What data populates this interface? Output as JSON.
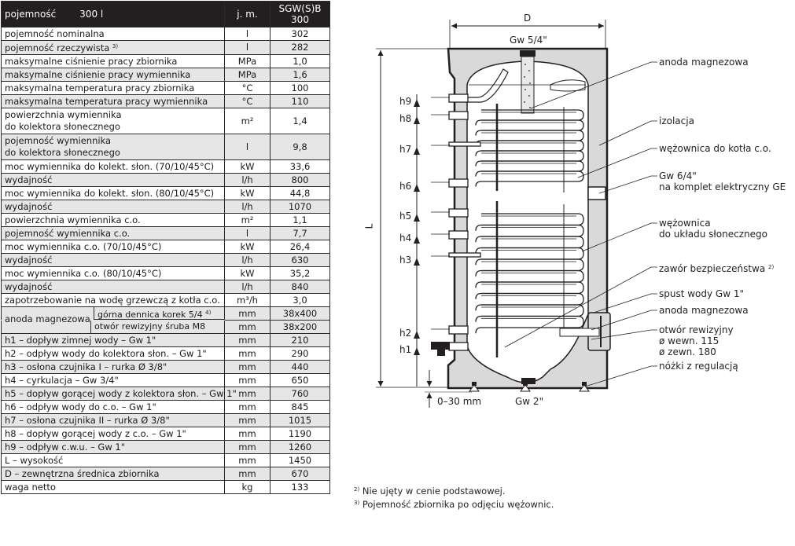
{
  "table": {
    "header": {
      "label": "pojemność",
      "capacity": "300 l",
      "unit": "j. m.",
      "model_line1": "SGW(S)B",
      "model_line2": "300"
    },
    "rows": [
      {
        "label": "pojemność nominalna",
        "unit": "l",
        "value": "302"
      },
      {
        "label": "pojemność rzeczywista",
        "sup": "3)",
        "unit": "l",
        "value": "282"
      },
      {
        "label": "maksymalne ciśnienie pracy zbiornika",
        "unit": "MPa",
        "value": "1,0"
      },
      {
        "label": "maksymalne ciśnienie pracy wymiennika",
        "unit": "MPa",
        "value": "1,6"
      },
      {
        "label": "maksymalna temperatura pracy zbiornika",
        "unit": "°C",
        "value": "100"
      },
      {
        "label": "maksymalna temperatura pracy wymiennika",
        "unit": "°C",
        "value": "110"
      },
      {
        "label": "powierzchnia wymiennika",
        "label2": "do kolektora słonecznego",
        "unit": "m²",
        "value": "1,4"
      },
      {
        "label": "pojemność wymiennika",
        "label2": "do kolektora słonecznego",
        "unit": "l",
        "value": "9,8"
      },
      {
        "label": "moc wymiennika do kolekt. słon. (70/10/45°C)",
        "unit": "kW",
        "value": "33,6"
      },
      {
        "label": "wydajność",
        "unit": "l/h",
        "value": "800"
      },
      {
        "label": "moc wymiennika do kolekt. słon. (80/10/45°C)",
        "unit": "kW",
        "value": "44,8"
      },
      {
        "label": "wydajność",
        "unit": "l/h",
        "value": "1070"
      },
      {
        "label": "powierzchnia wymiennika c.o.",
        "unit": "m²",
        "value": "1,1"
      },
      {
        "label": "pojemność wymiennika c.o.",
        "unit": "l",
        "value": "7,7"
      },
      {
        "label": "moc wymiennika c.o. (70/10/45°C)",
        "unit": "kW",
        "value": "26,4"
      },
      {
        "label": "wydajność",
        "unit": "l/h",
        "value": "630"
      },
      {
        "label": "moc wymiennika c.o. (80/10/45°C)",
        "unit": "kW",
        "value": "35,2"
      },
      {
        "label": "wydajność",
        "unit": "l/h",
        "value": "840"
      },
      {
        "label": "zapotrzebowanie na wodę grzewczą z kotła c.o.",
        "unit": "m³/h",
        "value": "3,0"
      }
    ],
    "anode": {
      "label": "anoda magnezowa",
      "sub": [
        {
          "label": "górna dennica korek 5/4",
          "sup": "4)",
          "unit": "mm",
          "value": "38x400"
        },
        {
          "label": "otwór rewizyjny śruba M8",
          "unit": "mm",
          "value": "38x200"
        }
      ]
    },
    "rows2": [
      {
        "label": "h1 – dopływ zimnej wody – Gw 1\"",
        "unit": "mm",
        "value": "210"
      },
      {
        "label": "h2 – odpływ wody do kolektora słon. – Gw 1\"",
        "unit": "mm",
        "value": "290"
      },
      {
        "label": "h3 – osłona czujnika I – rurka Ø 3/8\"",
        "unit": "mm",
        "value": "440"
      },
      {
        "label": "h4 – cyrkulacja – Gw 3/4\"",
        "unit": "mm",
        "value": "650"
      },
      {
        "label": "h5 – dopływ gorącej wody z kolektora słon. – Gw 1\"",
        "unit": "mm",
        "value": "760"
      },
      {
        "label": "h6 – odpływ wody do c.o. – Gw 1\"",
        "unit": "mm",
        "value": "845"
      },
      {
        "label": "h7 – osłona czujnika II – rurka Ø 3/8\"",
        "unit": "mm",
        "value": "1015"
      },
      {
        "label": "h8 – dopływ gorącej wody z c.o. – Gw 1\"",
        "unit": "mm",
        "value": "1190"
      },
      {
        "label": "h9 – odpływ c.w.u. – Gw 1\"",
        "unit": "mm",
        "value": "1260"
      },
      {
        "label": "L – wysokość",
        "unit": "mm",
        "value": "1450"
      },
      {
        "label": "D – zewnętrzna średnica zbiornika",
        "unit": "mm",
        "value": "670"
      },
      {
        "label": "waga netto",
        "unit": "kg",
        "value": "133"
      }
    ]
  },
  "diagram": {
    "dim_D": "D",
    "dim_L": "L",
    "top_port": "Gw 5/4\"",
    "bottom_port": "Gw 2\"",
    "foot_range": "0–30 mm",
    "heights": [
      "h9",
      "h8",
      "h7",
      "h6",
      "h5",
      "h4",
      "h3",
      "h2",
      "h1"
    ],
    "callouts": {
      "anode_top": "anoda magnezowa",
      "insulation": "izolacja",
      "coil_boiler": "wężownica do kotła c.o.",
      "electric_port_1": "Gw 6/4\"",
      "electric_port_2": "na komplet elektryczny GE",
      "coil_solar_1": "wężownica",
      "coil_solar_2": "do układu słonecznego",
      "safety_valve": "zawór bezpieczeństwa",
      "safety_valve_sup": "2)",
      "drain": "spust wody Gw 1\"",
      "anode_bottom": "anoda magnezowa",
      "inspection_1": "otwór rewizyjny",
      "inspection_2": "ø wewn. 115",
      "inspection_3": "ø zewn. 180",
      "feet": "nóżki z regulacją"
    }
  },
  "footnotes": [
    {
      "mark": "2)",
      "text": "Nie ujęty w cenie podstawowej."
    },
    {
      "mark": "3)",
      "text": "Pojemność zbiornika po odjęciu wężownic."
    }
  ],
  "colors": {
    "header_bg": "#231f20",
    "alt_row": "#e6e6e7",
    "insulation": "#d9d9da"
  }
}
